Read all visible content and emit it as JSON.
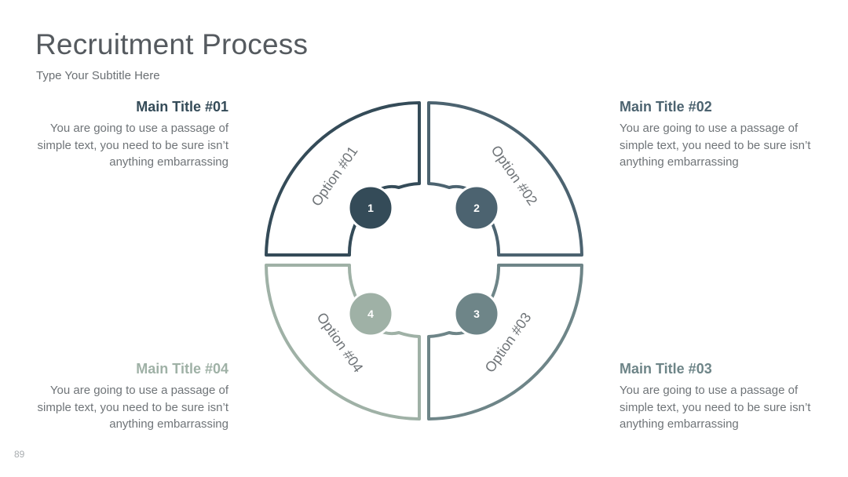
{
  "title": "Recruitment Process",
  "subtitle": "Type Your Subtitle Here",
  "page_number": "89",
  "colors": {
    "q1": "#344b58",
    "q2": "#4c6370",
    "q3": "#6e8588",
    "q4": "#9fb1a6"
  },
  "blocks": [
    {
      "title": "Main Title #01",
      "text": "You are going to use a passage of simple text, you need to be sure isn’t anything embarrassing"
    },
    {
      "title": "Main Title #02",
      "text": "You are going to use a passage of simple text, you need to be sure isn’t anything embarrassing"
    },
    {
      "title": "Main Title #03",
      "text": "You are going to use a passage of simple text, you need to be sure isn’t anything embarrassing"
    },
    {
      "title": "Main Title #04",
      "text": "You are going to use a passage of simple text, you need to be sure isn’t anything embarrassing"
    }
  ],
  "options": [
    {
      "label": "Option #01",
      "number": "1"
    },
    {
      "label": "Option #02",
      "number": "2"
    },
    {
      "label": "Option #03",
      "number": "3"
    },
    {
      "label": "Option #04",
      "number": "4"
    }
  ]
}
